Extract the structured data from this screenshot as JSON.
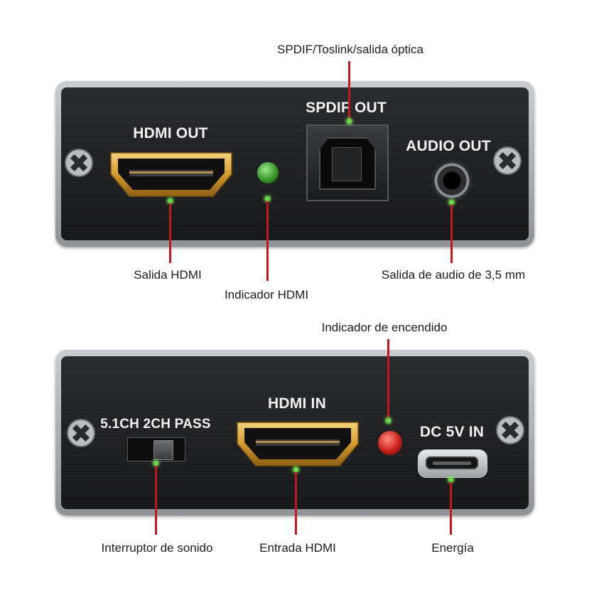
{
  "top_panel": {
    "labels": {
      "hdmi_out": "HDMI OUT",
      "spdif_out": "SPDIF OUT",
      "audio_out": "AUDIO OUT"
    }
  },
  "bottom_panel": {
    "labels": {
      "switch": "5.1CH 2CH PASS",
      "hdmi_in": "HDMI IN",
      "dc_in": "DC 5V IN"
    }
  },
  "callouts": {
    "spdif": "SPDIF/Toslink/salida óptica",
    "hdmi_out": "Salida HDMI",
    "hdmi_indicator": "Indicador HDMI",
    "audio_jack": "Salida de audio de 3,5 mm",
    "power_indicator": "Indicador de encendido",
    "sound_switch": "Interruptor de sonido",
    "hdmi_in": "Entrada HDMI",
    "power": "Energía"
  },
  "colors": {
    "callout_line": "#c4161c",
    "indicator_dot": "#6bd54a",
    "hdmi_indicator_led": "#2f8f1e",
    "power_indicator_led": "#c8201a",
    "port_gold": "#d8a43c",
    "panel_face": "#1d1e20"
  },
  "icons": {
    "screw": "phillips-screw-icon",
    "hdmi_port": "hdmi-port-icon",
    "optical_port": "toslink-port-icon",
    "audio_jack": "3.5mm-jack-icon",
    "usb_port": "micro-usb-port-icon"
  }
}
